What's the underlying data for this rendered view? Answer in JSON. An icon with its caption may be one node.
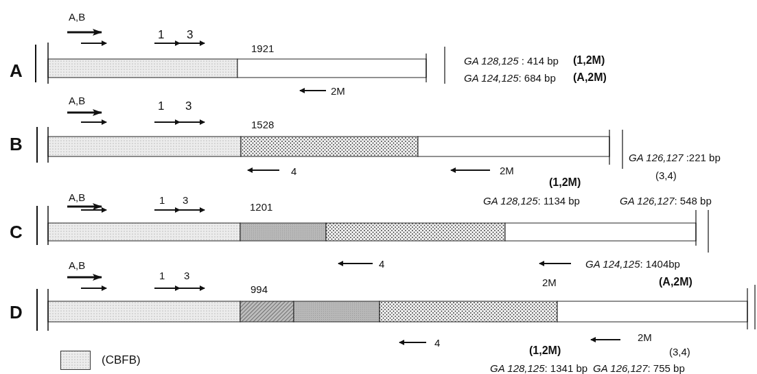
{
  "diagram": {
    "labels": [
      "A,B",
      "1",
      "3",
      "A",
      "1921",
      "*GA 128,125* : 414 bp",
      "(1,2M)",
      "*GA 124,125*: 684 bp",
      "(A,2M)",
      "2M",
      "A,B",
      "1",
      "3",
      "1528",
      "B",
      "*GA 126,127* :221 bp",
      "4",
      "2M",
      "(1,2M)",
      "(3,4)",
      "A,B",
      "1",
      "3",
      "*GA 128,125*: 1134 bp",
      "*GA 126,127*: 548 bp",
      "1201",
      "C",
      "4",
      "*GA 124,125*: 1404bp",
      "2M",
      "(A,2M)",
      "A,B",
      "1",
      "3",
      "994",
      "D",
      "4",
      "2M",
      "(1,2M)",
      "(3,4)",
      "*GA 128,125*: 1341 bp",
      "*GA 126,127*: 755 bp"
    ],
    "legend": [
      {
        "text": "(CBFB)"
      }
    ]
  }
}
